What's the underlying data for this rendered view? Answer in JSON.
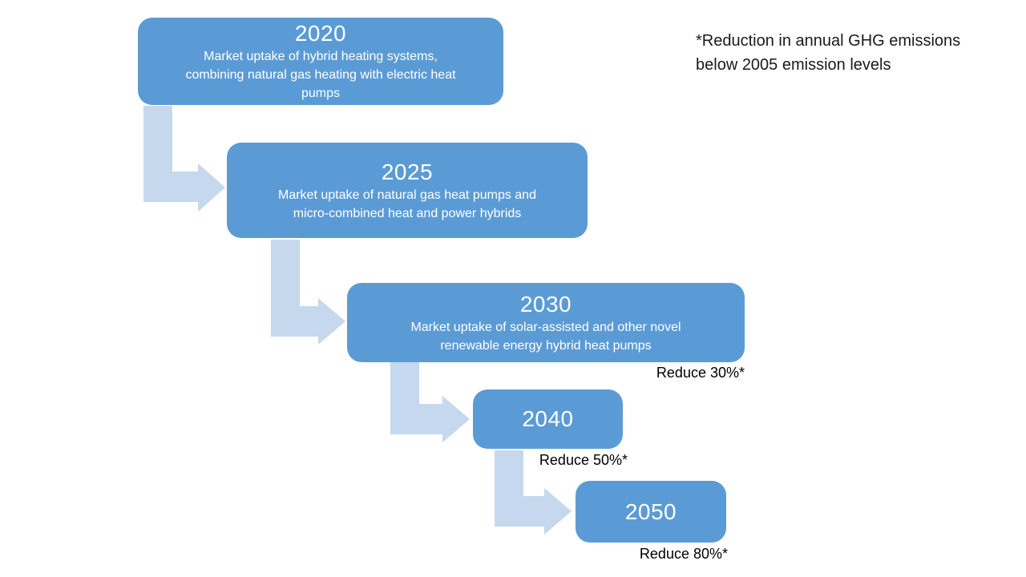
{
  "colors": {
    "box_fill": "#5B9BD5",
    "arrow_fill": "#C5D8EE",
    "box_text": "#FFFFFF",
    "label_text": "#000000",
    "bg": "#FFFFFF"
  },
  "footnote": {
    "line1": "*Reduction in annual GHG emissions",
    "line2": "below 2005 emission levels"
  },
  "timeline": [
    {
      "year": "2020",
      "description": "Market uptake of hybrid heating systems,\ncombining natural gas heating with electric heat\npumps",
      "reduction_label": ""
    },
    {
      "year": "2025",
      "description": "Market uptake of natural gas heat pumps and\nmicro-combined heat and power hybrids",
      "reduction_label": ""
    },
    {
      "year": "2030",
      "description": "Market uptake of solar-assisted and other novel\nrenewable energy hybrid heat pumps",
      "reduction_label": "Reduce 30%*"
    },
    {
      "year": "2040",
      "description": "",
      "reduction_label": "Reduce 50%*"
    },
    {
      "year": "2050",
      "description": "",
      "reduction_label": "Reduce 80%*"
    }
  ]
}
